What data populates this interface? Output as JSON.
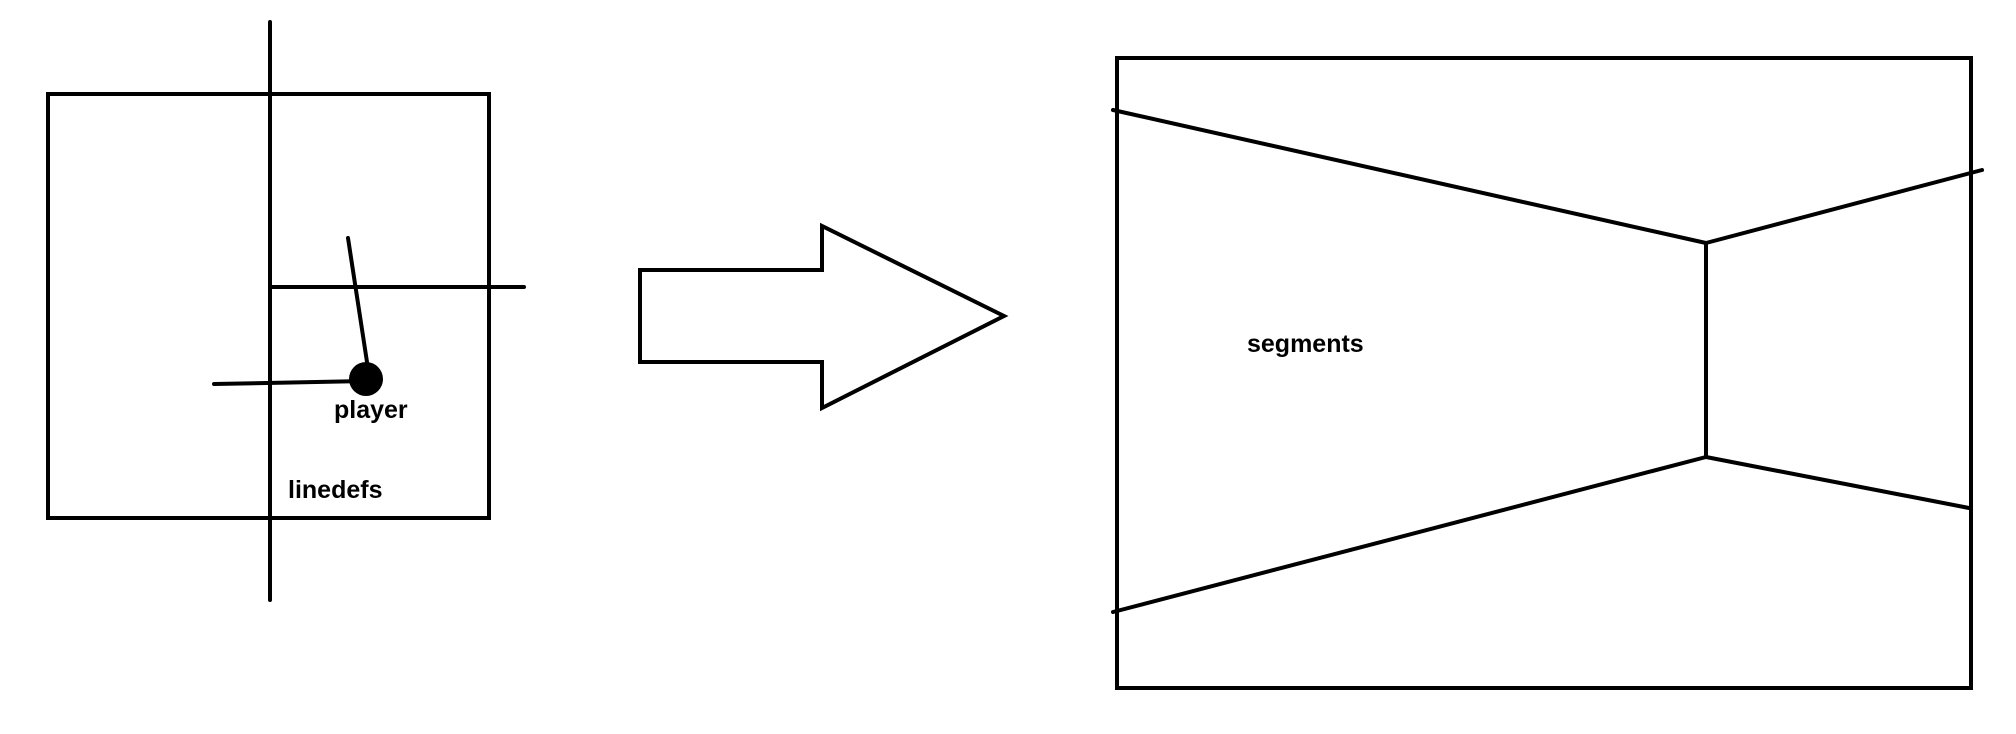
{
  "labels": {
    "player": "player",
    "linedefs": "linedefs",
    "segments": "segments"
  },
  "colors": {
    "ink": "#000000",
    "background": "#ffffff"
  }
}
